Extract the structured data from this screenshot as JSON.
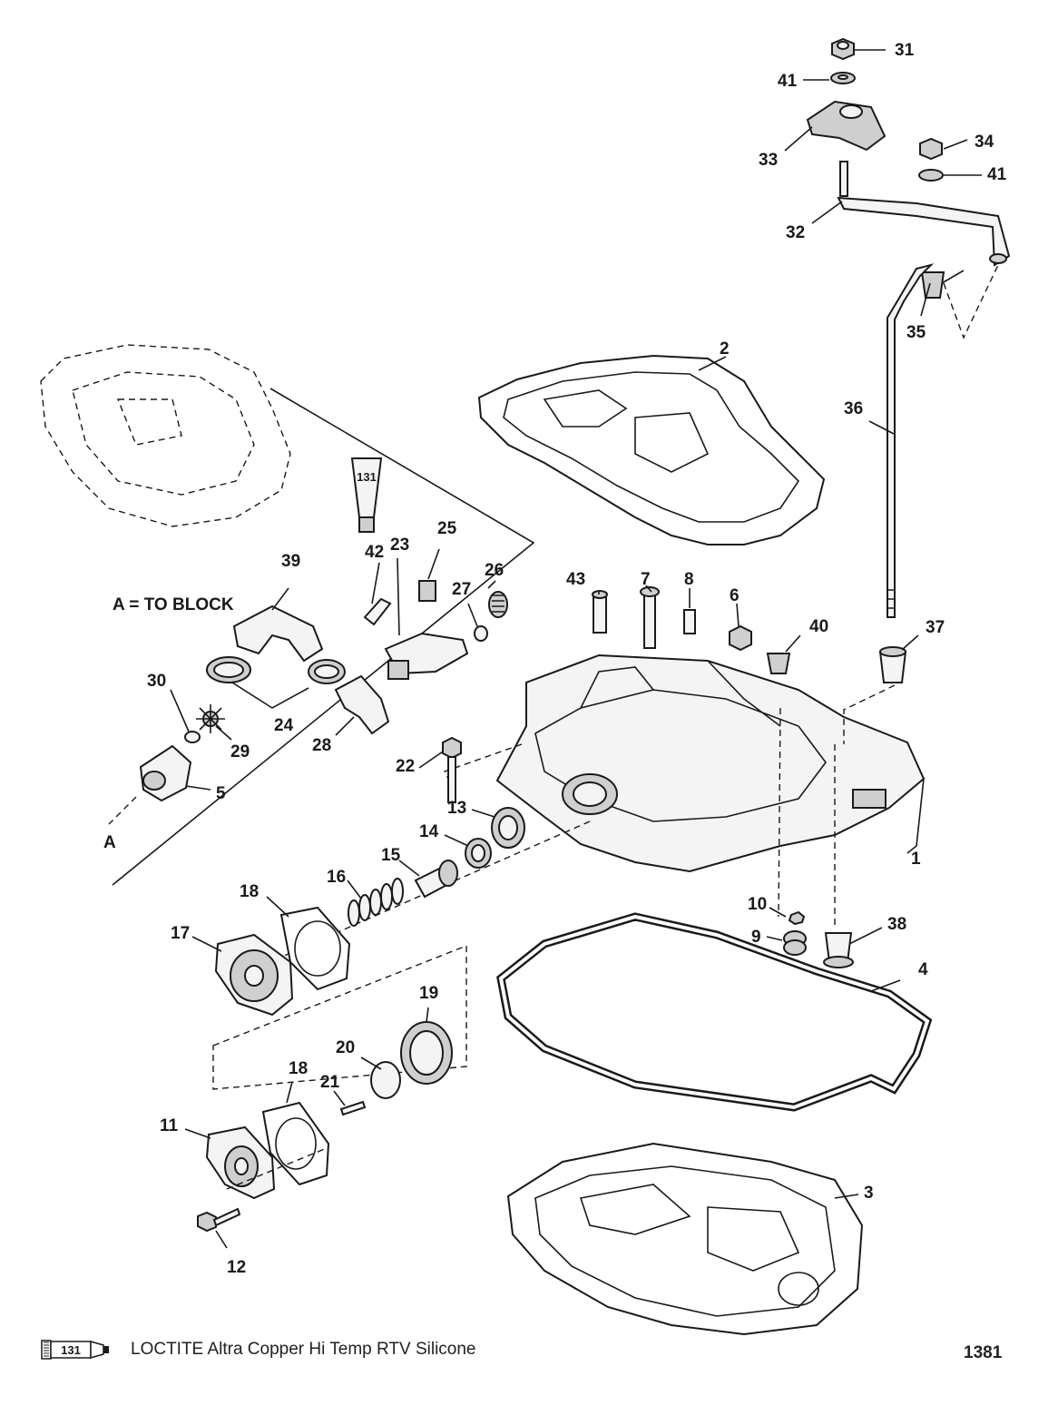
{
  "diagram": {
    "callouts": [
      {
        "id": "c31",
        "text": "31"
      },
      {
        "id": "c41a",
        "text": "41"
      },
      {
        "id": "c33",
        "text": "33"
      },
      {
        "id": "c34",
        "text": "34"
      },
      {
        "id": "c41b",
        "text": "41"
      },
      {
        "id": "c32",
        "text": "32"
      },
      {
        "id": "c35",
        "text": "35"
      },
      {
        "id": "c2",
        "text": "2"
      },
      {
        "id": "c36",
        "text": "36"
      },
      {
        "id": "c25",
        "text": "25"
      },
      {
        "id": "c42",
        "text": "42"
      },
      {
        "id": "c23",
        "text": "23"
      },
      {
        "id": "c26",
        "text": "26"
      },
      {
        "id": "c27",
        "text": "27"
      },
      {
        "id": "c39",
        "text": "39"
      },
      {
        "id": "c43",
        "text": "43"
      },
      {
        "id": "c7",
        "text": "7"
      },
      {
        "id": "c8",
        "text": "8"
      },
      {
        "id": "c6",
        "text": "6"
      },
      {
        "id": "c40",
        "text": "40"
      },
      {
        "id": "c37",
        "text": "37"
      },
      {
        "id": "c24",
        "text": "24"
      },
      {
        "id": "c30",
        "text": "30"
      },
      {
        "id": "c29",
        "text": "29"
      },
      {
        "id": "c28",
        "text": "28"
      },
      {
        "id": "c22",
        "text": "22"
      },
      {
        "id": "c5",
        "text": "5"
      },
      {
        "id": "cA",
        "text": "A"
      },
      {
        "id": "c13",
        "text": "13"
      },
      {
        "id": "c14",
        "text": "14"
      },
      {
        "id": "c15",
        "text": "15"
      },
      {
        "id": "c16",
        "text": "16"
      },
      {
        "id": "c1",
        "text": "1"
      },
      {
        "id": "c18a",
        "text": "18"
      },
      {
        "id": "c17",
        "text": "17"
      },
      {
        "id": "c10",
        "text": "10"
      },
      {
        "id": "c9",
        "text": "9"
      },
      {
        "id": "c38",
        "text": "38"
      },
      {
        "id": "c4",
        "text": "4"
      },
      {
        "id": "c19",
        "text": "19"
      },
      {
        "id": "c20",
        "text": "20"
      },
      {
        "id": "c18b",
        "text": "18"
      },
      {
        "id": "c21",
        "text": "21"
      },
      {
        "id": "c11",
        "text": "11"
      },
      {
        "id": "c3",
        "text": "3"
      },
      {
        "id": "c12",
        "text": "12"
      }
    ],
    "note_to_block": "A = TO BLOCK",
    "tube_label": "131"
  },
  "legend": {
    "code": "131",
    "text": "LOCTITE Altra Copper Hi Temp RTV Silicone"
  },
  "diagram_number": "1381"
}
